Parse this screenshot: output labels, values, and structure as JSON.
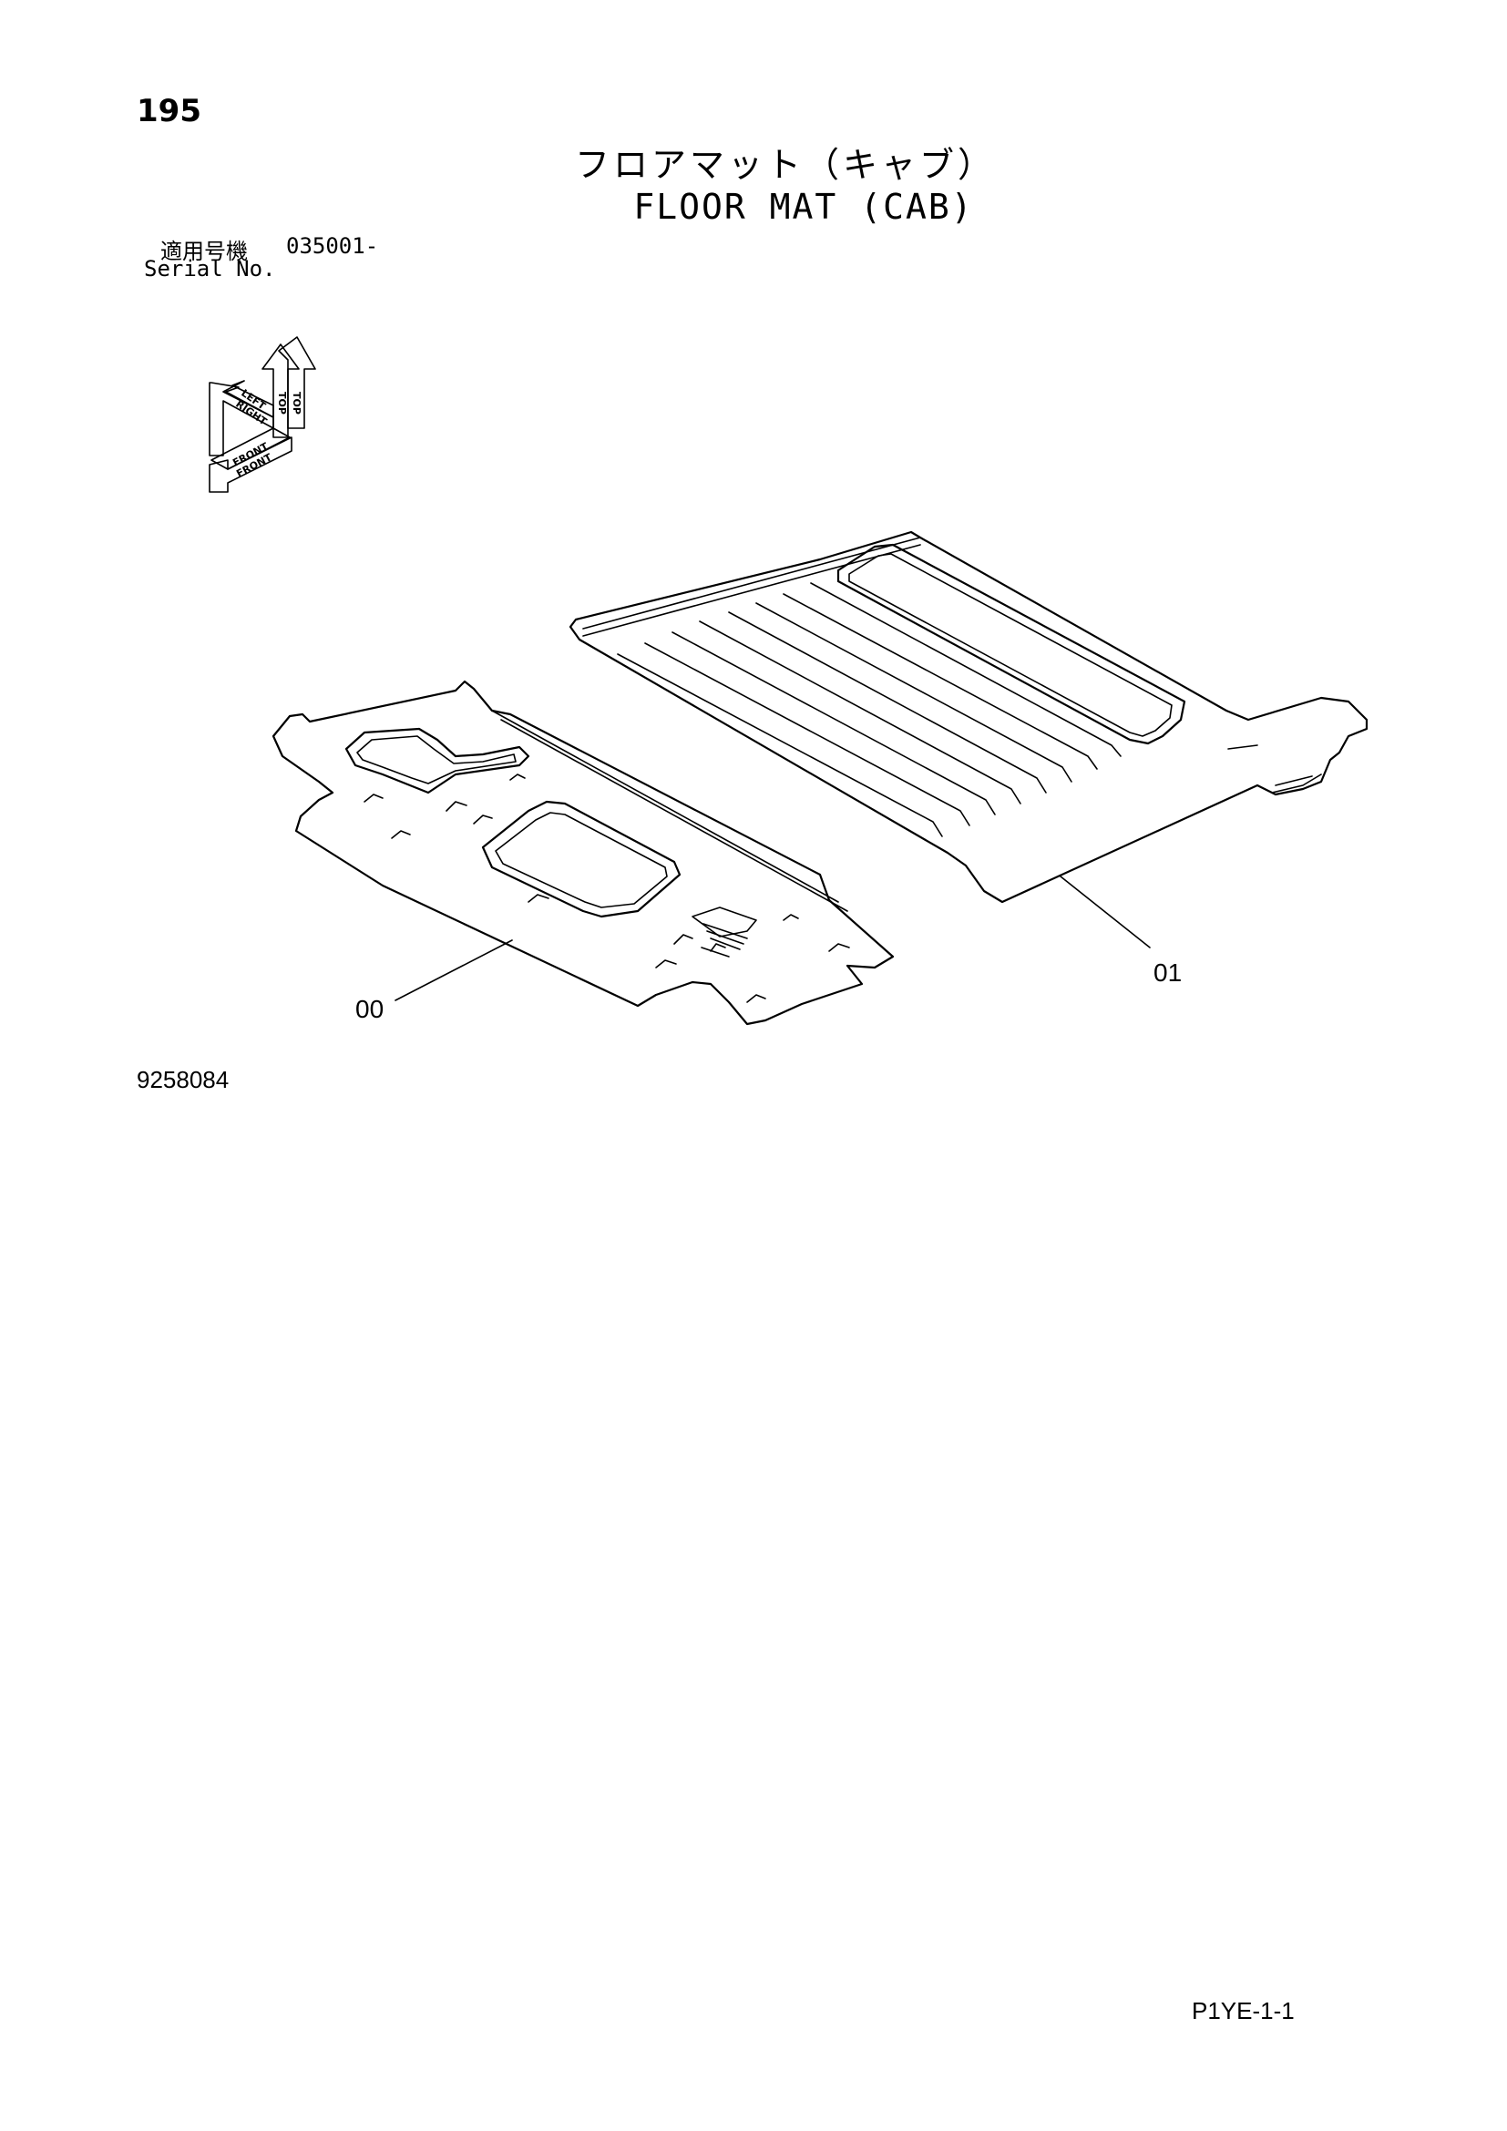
{
  "header": {
    "page_number": "195",
    "title_jp": "フロアマット（キャブ）",
    "title_en": "FLOOR MAT (CAB)"
  },
  "serial": {
    "label_jp": "適用号機",
    "value": "035001-",
    "label_en": "Serial No."
  },
  "orientation_indicator": {
    "labels": [
      "TOP",
      "TOP",
      "RIGHT",
      "LEFT",
      "FRONT",
      "FRONT"
    ]
  },
  "callouts": {
    "part_00": "00",
    "part_01": "01"
  },
  "drawing_number": "9258084",
  "footer": {
    "code": "P1YE-1-1"
  }
}
